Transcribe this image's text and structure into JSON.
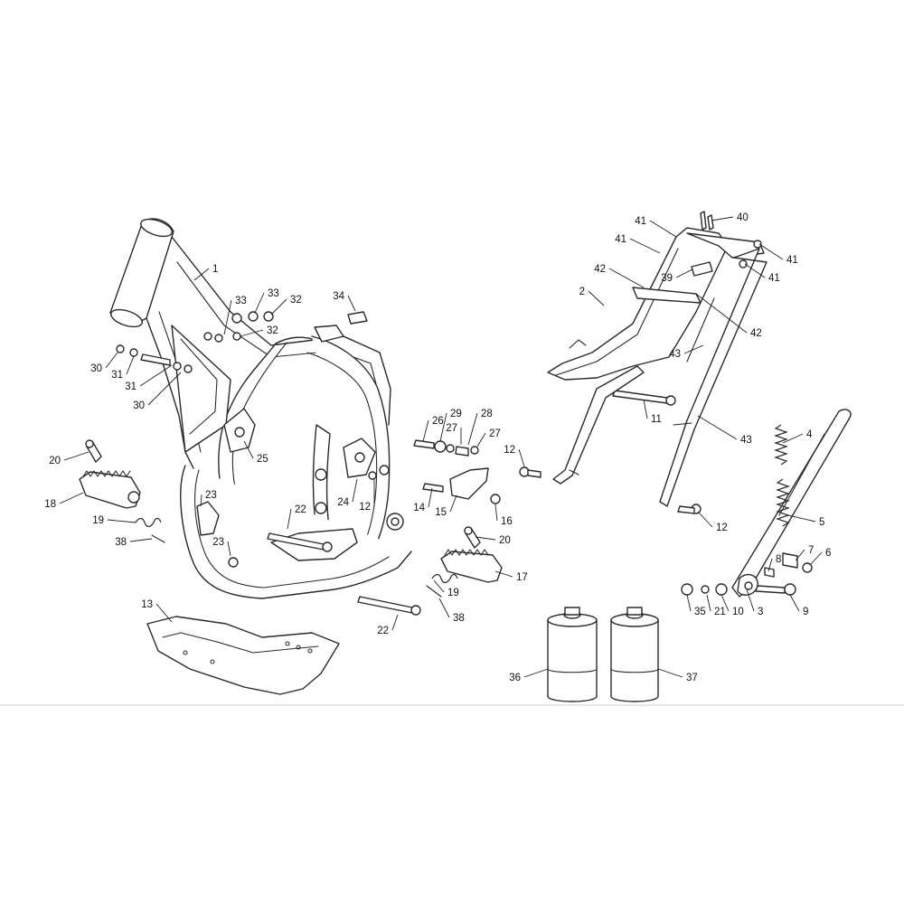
{
  "diagram": {
    "type": "exploded-parts-diagram",
    "callouts": [
      {
        "text": "1"
      },
      {
        "text": "2"
      },
      {
        "text": "3"
      },
      {
        "text": "4"
      },
      {
        "text": "5"
      },
      {
        "text": "6"
      },
      {
        "text": "7"
      },
      {
        "text": "8"
      },
      {
        "text": "9"
      },
      {
        "text": "10"
      },
      {
        "text": "11"
      },
      {
        "text": "12"
      },
      {
        "text": "12"
      },
      {
        "text": "12"
      },
      {
        "text": "13"
      },
      {
        "text": "14"
      },
      {
        "text": "15"
      },
      {
        "text": "16"
      },
      {
        "text": "17"
      },
      {
        "text": "18"
      },
      {
        "text": "19"
      },
      {
        "text": "19"
      },
      {
        "text": "20"
      },
      {
        "text": "20"
      },
      {
        "text": "21"
      },
      {
        "text": "22"
      },
      {
        "text": "22"
      },
      {
        "text": "23"
      },
      {
        "text": "23"
      },
      {
        "text": "24"
      },
      {
        "text": "25"
      },
      {
        "text": "26"
      },
      {
        "text": "27"
      },
      {
        "text": "27"
      },
      {
        "text": "28"
      },
      {
        "text": "29"
      },
      {
        "text": "30"
      },
      {
        "text": "30"
      },
      {
        "text": "31"
      },
      {
        "text": "31"
      },
      {
        "text": "32"
      },
      {
        "text": "32"
      },
      {
        "text": "33"
      },
      {
        "text": "33"
      },
      {
        "text": "34"
      },
      {
        "text": "35"
      },
      {
        "text": "36"
      },
      {
        "text": "37"
      },
      {
        "text": "38"
      },
      {
        "text": "38"
      },
      {
        "text": "39"
      },
      {
        "text": "40"
      },
      {
        "text": "41"
      },
      {
        "text": "41"
      },
      {
        "text": "41"
      },
      {
        "text": "41"
      },
      {
        "text": "42"
      },
      {
        "text": "42"
      },
      {
        "text": "43"
      },
      {
        "text": "43"
      }
    ]
  }
}
